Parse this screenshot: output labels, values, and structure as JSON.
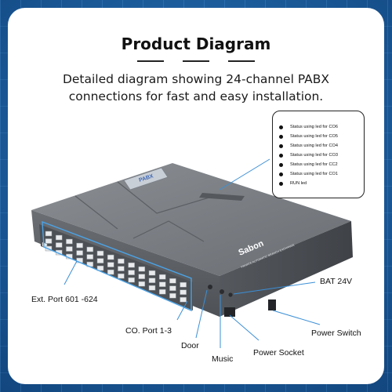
{
  "title": "Product Diagram",
  "subtitle_line1": "Detailed diagram showing 24-channel PABX",
  "subtitle_line2": "connections for fast and easy installation.",
  "legend": {
    "items": [
      "Status using led for CO6",
      "Status using led for CO5",
      "Status using led for CO4",
      "Status using led for CO3",
      "Status using led for CC2",
      "Status using led for CO1",
      "RUN led"
    ]
  },
  "device": {
    "brand": "PABX",
    "front_logo": "Sabon",
    "front_tagline": "PRIVATE AUTOMATIC BRANCH EXCHANGE"
  },
  "callouts": {
    "ext_port": "Ext. Port 601 -624",
    "co_port": "CO. Port 1-3",
    "door": "Door",
    "music": "Music",
    "power_socket": "Power Socket",
    "bat": "BAT 24V",
    "power_switch": "Power Switch"
  },
  "colors": {
    "background": "#1b5a99",
    "card": "#ffffff",
    "device_body": "#6e7278",
    "callout_line": "#3b8fd6",
    "port_box": "#4aa3e8"
  }
}
